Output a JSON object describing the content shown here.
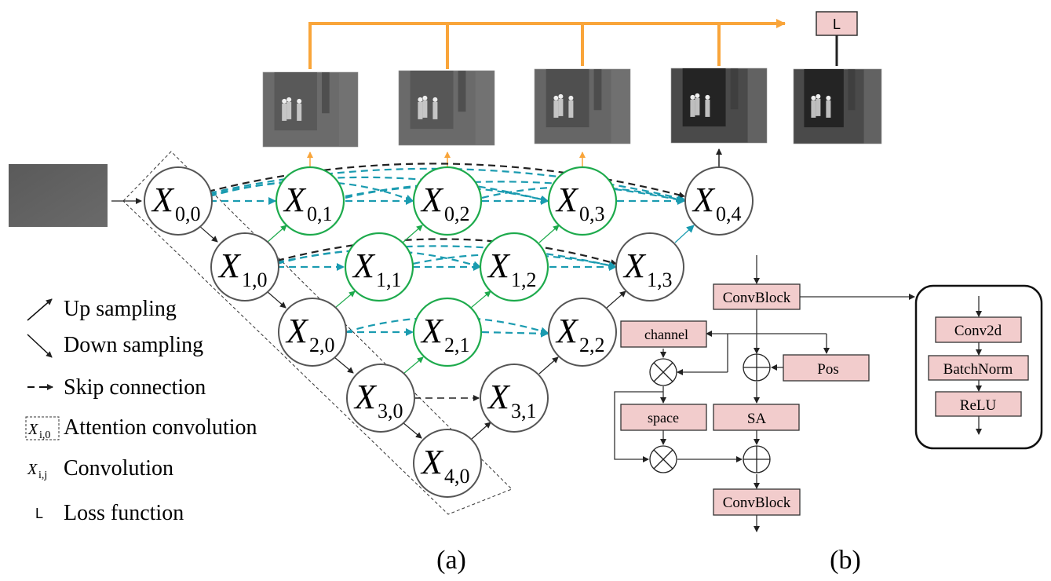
{
  "nodes": [
    {
      "id": "x00",
      "main": "X",
      "sub": "0,0",
      "type": "attention"
    },
    {
      "id": "x10",
      "main": "X",
      "sub": "1,0",
      "type": "attention"
    },
    {
      "id": "x20",
      "main": "X",
      "sub": "2,0",
      "type": "attention"
    },
    {
      "id": "x30",
      "main": "X",
      "sub": "3,0",
      "type": "attention"
    },
    {
      "id": "x40",
      "main": "X",
      "sub": "4,0",
      "type": "attention"
    },
    {
      "id": "x01",
      "main": "X",
      "sub": "0,1",
      "type": "nested"
    },
    {
      "id": "x02",
      "main": "X",
      "sub": "0,2",
      "type": "nested"
    },
    {
      "id": "x03",
      "main": "X",
      "sub": "0,3",
      "type": "nested"
    },
    {
      "id": "x11",
      "main": "X",
      "sub": "1,1",
      "type": "nested"
    },
    {
      "id": "x12",
      "main": "X",
      "sub": "1,2",
      "type": "nested"
    },
    {
      "id": "x21",
      "main": "X",
      "sub": "2,1",
      "type": "nested"
    },
    {
      "id": "x31",
      "main": "X",
      "sub": "3,1",
      "type": "decoder"
    },
    {
      "id": "x22",
      "main": "X",
      "sub": "2,2",
      "type": "decoder"
    },
    {
      "id": "x13",
      "main": "X",
      "sub": "1,3",
      "type": "decoder"
    },
    {
      "id": "x04",
      "main": "X",
      "sub": "0,4",
      "type": "decoder"
    }
  ],
  "loss_box": {
    "label": "L"
  },
  "legend": [
    {
      "icon": "up-arrow-icon",
      "label": "Up sampling"
    },
    {
      "icon": "down-arrow-icon",
      "label": "Down sampling"
    },
    {
      "icon": "dashed-arrow-icon",
      "label": "Skip connection"
    },
    {
      "icon": "dashed-box-icon",
      "icon_text": "X",
      "icon_sub": "i,0",
      "label": "Attention convolution"
    },
    {
      "icon": "convolution-symbol",
      "icon_text": "X",
      "icon_sub": "i,j",
      "label": "Convolution"
    },
    {
      "icon": "loss-symbol",
      "icon_text": "L",
      "label": "Loss function"
    }
  ],
  "block_b": {
    "convblock_top": "ConvBlock",
    "channel": "channel",
    "pos": "Pos",
    "space": "space",
    "sa": "SA",
    "convblock_bottom": "ConvBlock"
  },
  "convblock_detail": {
    "conv2d": "Conv2d",
    "batchnorm": "BatchNorm",
    "relu": "ReLU"
  },
  "captions": {
    "a": "(a)",
    "b": "(b)"
  },
  "colors": {
    "orange": "#f9a53a",
    "green": "#1daa4c",
    "teal": "#1a9bb0",
    "node_gray": "#555555",
    "box_fill": "#f2cccc"
  }
}
